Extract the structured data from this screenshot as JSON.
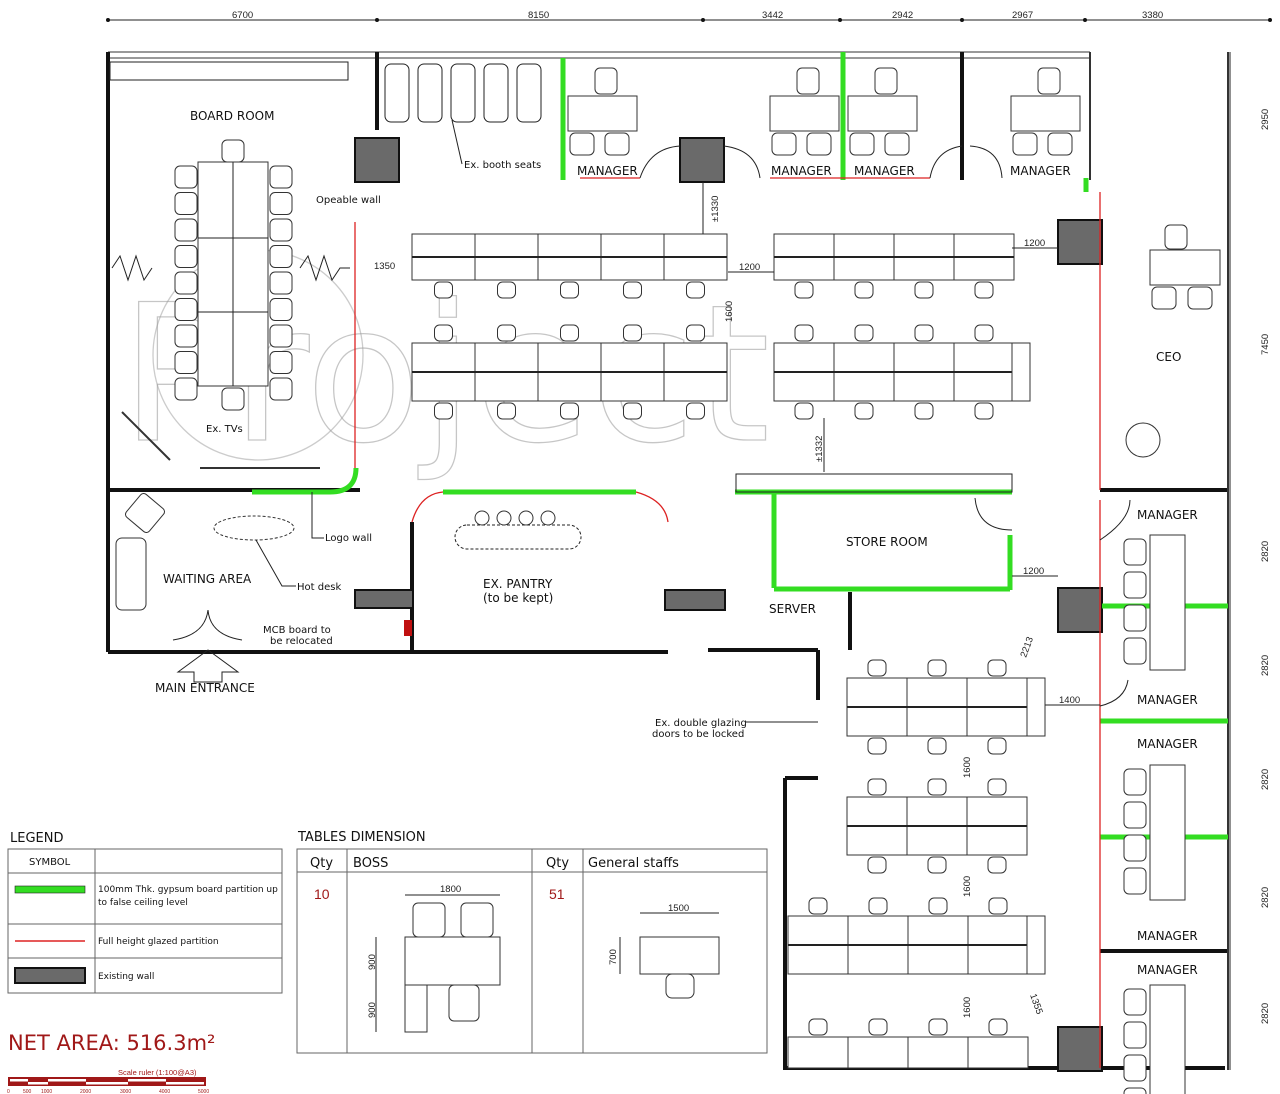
{
  "dimensions": {
    "top": [
      "6700",
      "8150",
      "3442",
      "2942",
      "2967",
      "3380"
    ],
    "right": [
      "2950",
      "7450",
      "2820",
      "2820",
      "2820",
      "2820",
      "2820"
    ],
    "inner": {
      "opeable_gap": "1350",
      "booth_gap": "±1330",
      "aisle_h": "1200",
      "aisle_v": "1600",
      "ceo_gap": "1200",
      "store_gap": "±1332",
      "store_right": "1200",
      "lower_right": "1400",
      "diag_top": "2213",
      "row_gap_1": "1600",
      "row_gap_2": "1600",
      "row_gap_3": "1600",
      "diag_bottom": "1355"
    }
  },
  "rooms": {
    "board_room": "BOARD ROOM",
    "manager_top": [
      "MANAGER",
      "MANAGER",
      "MANAGER",
      "MANAGER"
    ],
    "ceo": "CEO",
    "manager_right": [
      "MANAGER",
      "MANAGER",
      "MANAGER",
      "MANAGER",
      "MANAGER"
    ],
    "store_room": "STORE ROOM",
    "server": "SERVER",
    "pantry_line1": "EX. PANTRY",
    "pantry_line2": "(to be kept)",
    "waiting_area": "WAITING AREA",
    "main_entrance": "MAIN ENTRANCE"
  },
  "annotations": {
    "booth_seats": "Ex. booth seats",
    "opeable_wall": "Opeable wall",
    "tvs": "Ex. TVs",
    "logo_wall": "Logo wall",
    "hot_desk": "Hot desk",
    "mcb_line1": "MCB board to",
    "mcb_line2": "be relocated",
    "glazing_line1": "Ex. double glazing",
    "glazing_line2": "doors to be locked"
  },
  "watermark": "Project",
  "legend": {
    "title": "LEGEND",
    "symbol_header": "SYMBOL",
    "items": [
      {
        "label_1": "100mm Thk. gypsum board partition up",
        "label_2": "to false ceiling level",
        "color": "#33dd22"
      },
      {
        "label_1": "Full height glazed partition",
        "color": "#dd2222"
      },
      {
        "label_1": "Existing wall",
        "color": "#6a6a6a"
      }
    ]
  },
  "tables": {
    "title": "TABLES DIMENSION",
    "headers": [
      "Qty",
      "BOSS",
      "Qty",
      "General staffs"
    ],
    "boss_qty": "10",
    "staff_qty": "51",
    "boss_dims": {
      "width": "1800",
      "depth_1": "900",
      "depth_2": "900"
    },
    "staff_dims": {
      "width": "1500",
      "depth": "700"
    }
  },
  "net_area": "NET AREA: 516.3m²",
  "scale": {
    "title": "Scale ruler (1:100@A3)",
    "ticks": [
      "0",
      "500",
      "1000",
      "2000",
      "3000",
      "4000",
      "5000"
    ]
  },
  "colors": {
    "partition": "#33dd22",
    "glazed": "#dd2222",
    "existing": "#6a6a6a",
    "accent_red": "#a01818"
  }
}
